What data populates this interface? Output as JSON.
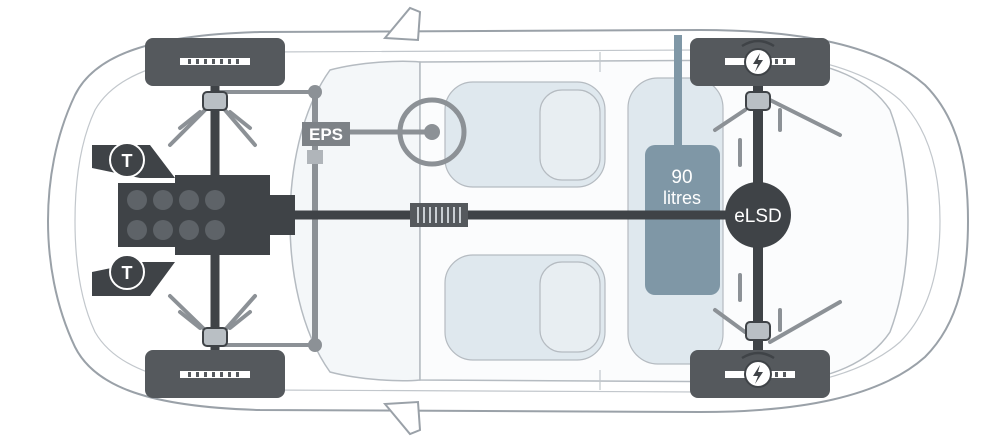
{
  "labels": {
    "eps": "EPS",
    "tank_value": "90",
    "tank_unit": "litres",
    "elsd": "eLSD",
    "turbo_top": "T",
    "turbo_bottom": "T"
  },
  "icons": {
    "motor": "lightning-bolt-in-circle",
    "turbo": "letter-T-in-circle"
  },
  "colors": {
    "body_outline": "#9aa1a8",
    "cabin_fill": "#dfe8ee",
    "drivetrain": "#3f4347",
    "steering_link": "#8c9196",
    "tank_fill": "#7f97a6",
    "tire": "#55595d"
  }
}
